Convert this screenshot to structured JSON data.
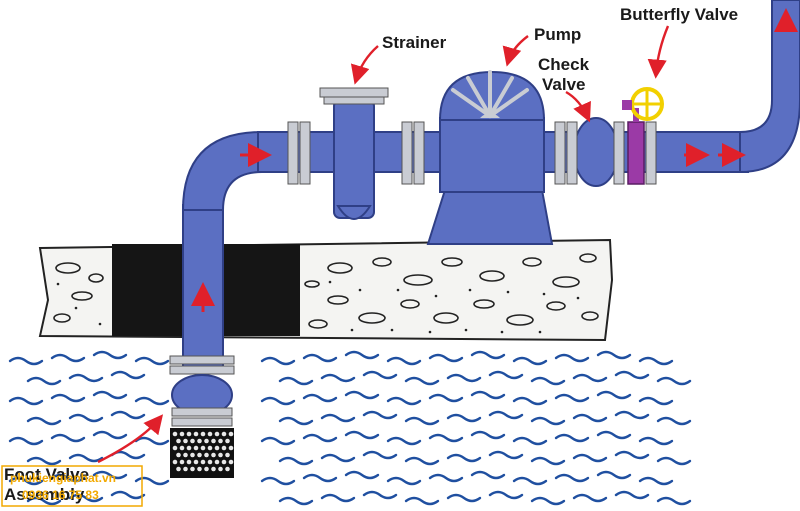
{
  "labels": {
    "strainer": "Strainer",
    "pump": "Pump",
    "check_valve_line1": "Check",
    "check_valve_line2": "Valve",
    "butterfly_valve": "Butterfly Valve",
    "foot_valve_line1": "Foot Valve",
    "foot_valve_line2": "Assembly"
  },
  "watermark": {
    "line1": "phukiengiaphat.vn",
    "line2": "0936 16 75 83"
  },
  "colors": {
    "pipe": "#5b6fc2",
    "pipe_outline": "#2f3f86",
    "flange": "#c9ccd3",
    "arrow": "#e0202a",
    "water": "#1f4fa0",
    "ground_bg": "#f4f4f2",
    "pit": "#151515",
    "butterfly_handle": "#f2d000",
    "butterfly_body": "#9b3aa6",
    "watermark": "#f2a900"
  }
}
